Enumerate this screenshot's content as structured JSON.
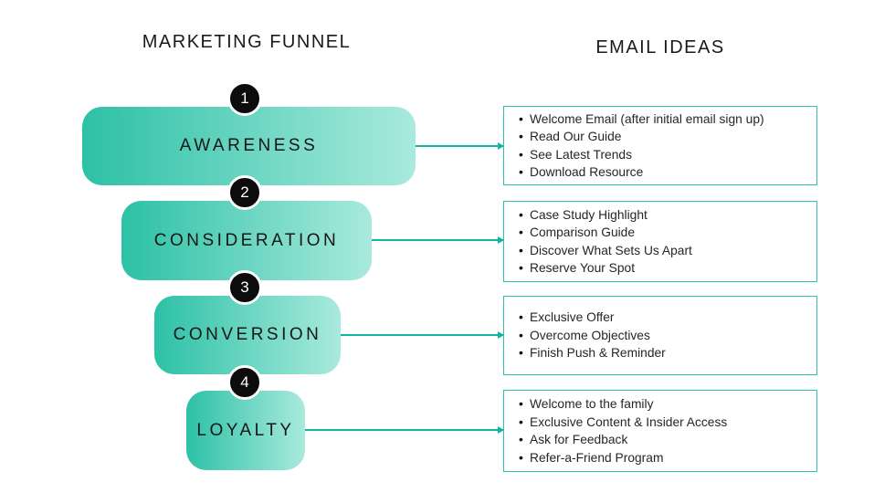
{
  "headers": {
    "funnel_column": "MARKETING FUNNEL",
    "ideas_column": "EMAIL IDEAS"
  },
  "colors": {
    "funnel_gradient_start": "#2cc1a6",
    "funnel_gradient_end": "#a9eadd",
    "connector": "#12b3a0",
    "idea_box_border": "#2fbfad",
    "badge_background": "#0c0c0c",
    "badge_text": "#ffffff",
    "heading_text": "#1a1a1a",
    "body_text": "#262626"
  },
  "stages": [
    {
      "number": "1",
      "label": "AWARENESS",
      "ideas": [
        "Welcome Email (after initial email sign up)",
        "Read Our Guide",
        "See Latest Trends",
        "Download Resource"
      ]
    },
    {
      "number": "2",
      "label": "CONSIDERATION",
      "ideas": [
        "Case Study Highlight",
        "Comparison Guide",
        "Discover What Sets Us Apart",
        "Reserve Your Spot"
      ]
    },
    {
      "number": "3",
      "label": "CONVERSION",
      "ideas": [
        "Exclusive Offer",
        "Overcome Objectives",
        "Finish Push & Reminder"
      ]
    },
    {
      "number": "4",
      "label": "LOYALTY",
      "ideas": [
        "Welcome to the family",
        "Exclusive Content & Insider Access",
        "Ask for Feedback",
        "Refer-a-Friend Program"
      ]
    }
  ]
}
